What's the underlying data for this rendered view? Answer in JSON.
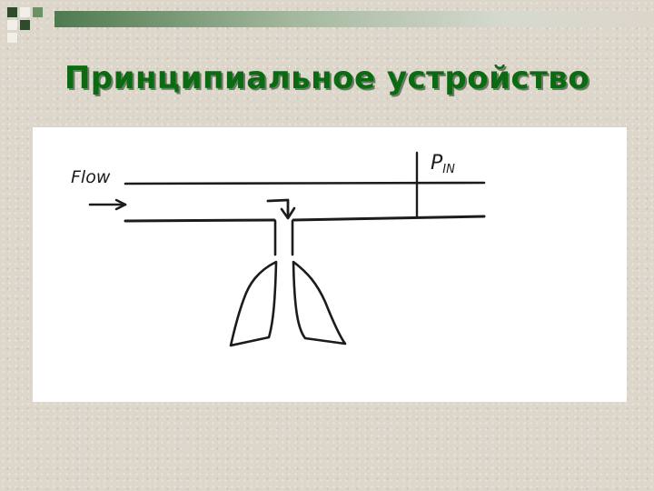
{
  "slide": {
    "title": "Принципиальное устройство",
    "accent_color": "#0a6b12",
    "background_color": "#ddd6ca"
  },
  "header_decoration": {
    "icon": "square-pattern-icon",
    "bar_color_start": "#4f7a4f"
  },
  "diagram": {
    "flow_label": "Flow",
    "pressure_label_main": "P",
    "pressure_label_sub": "IN",
    "line_color": "#1c1c1c",
    "icons": [
      "flow-arrow-icon",
      "valve-arrow-icon",
      "lungs-icon"
    ]
  }
}
